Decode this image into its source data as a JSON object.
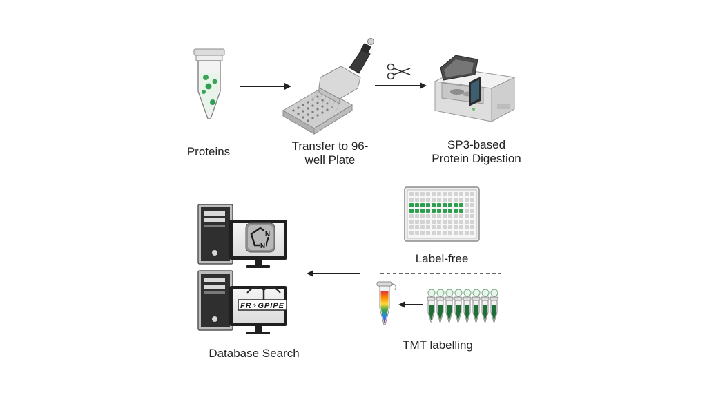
{
  "steps": {
    "proteins": {
      "label": "Proteins"
    },
    "transfer": {
      "line1": "Transfer to 96-",
      "line2": "well Plate"
    },
    "digestion": {
      "line1": "SP3-based",
      "line2": "Protein Digestion"
    },
    "label_free": {
      "label": "Label-free"
    },
    "tmt": {
      "label": "TMT labelling"
    },
    "database": {
      "label": "Database Search"
    }
  },
  "software": {
    "fragpipe_logo": "FR⚡GPIPE"
  },
  "icons": {
    "tube": "microcentrifuge-tube-icon",
    "pipette": "multichannel-pipette-icon",
    "scissors": "scissors-icon",
    "instrument": "digestion-instrument-icon",
    "plate": "96-well-plate-icon",
    "computer": "computer-workstation-icon"
  },
  "colors": {
    "green": "#2e9e4f",
    "dark_green": "#1f6f38",
    "gray": "#b5b5b5",
    "dark": "#2a2a2a"
  }
}
